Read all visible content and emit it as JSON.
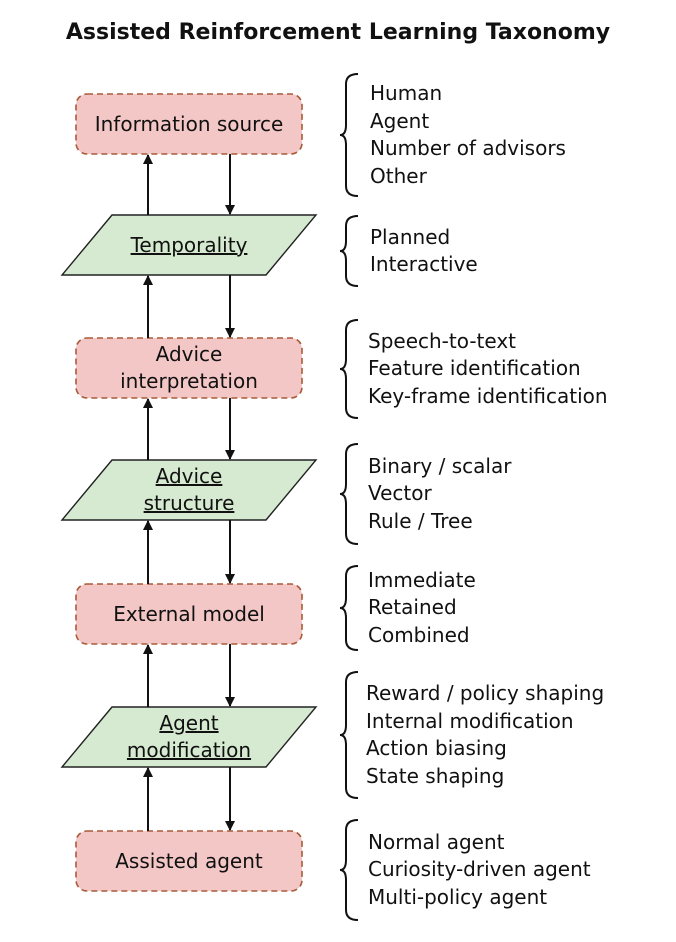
{
  "title": "Assisted Reinforcement Learning Taxonomy",
  "colors": {
    "process_fill": "#f4c7c7",
    "process_stroke": "#a85a3a",
    "data_fill": "#d5ead0",
    "data_stroke": "#222222",
    "arrow": "#111111"
  },
  "nodes": [
    {
      "label": [
        "Information source"
      ],
      "shape": "rounded-dashed",
      "underline": false
    },
    {
      "label": [
        "Temporality"
      ],
      "shape": "parallelogram",
      "underline": true
    },
    {
      "label": [
        "Advice",
        "interpretation"
      ],
      "shape": "rounded-dashed",
      "underline": false
    },
    {
      "label": [
        "Advice",
        "structure"
      ],
      "shape": "parallelogram",
      "underline": true
    },
    {
      "label": [
        "External model"
      ],
      "shape": "rounded-dashed",
      "underline": false
    },
    {
      "label": [
        "Agent",
        "modification"
      ],
      "shape": "parallelogram",
      "underline": true
    },
    {
      "label": [
        "Assisted agent"
      ],
      "shape": "rounded-dashed",
      "underline": false
    }
  ],
  "options": [
    [
      "Human",
      "Agent",
      "Number of advisors",
      "Other"
    ],
    [
      "Planned",
      "Interactive"
    ],
    [
      "Speech-to-text",
      "Feature identification",
      "Key-frame identification"
    ],
    [
      "Binary / scalar",
      "Vector",
      "Rule / Tree"
    ],
    [
      "Immediate",
      "Retained",
      "Combined"
    ],
    [
      "Reward / policy shaping",
      "Internal modification",
      "Action biasing",
      "State shaping"
    ],
    [
      "Normal agent",
      "Curiosity-driven agent",
      "Multi-policy agent"
    ]
  ]
}
